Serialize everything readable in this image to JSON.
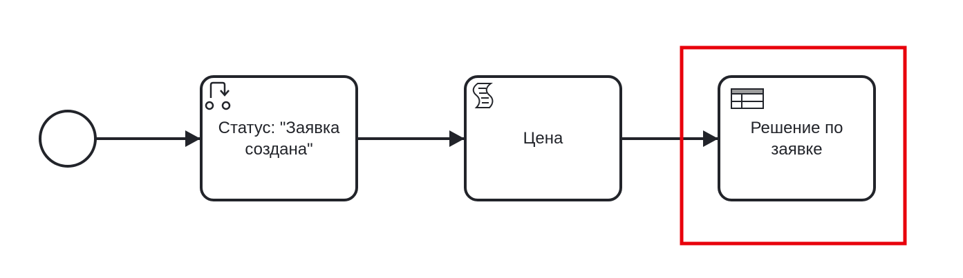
{
  "diagram": {
    "start_event": {
      "label": ""
    },
    "tasks": [
      {
        "id": "task-status",
        "type": "service-task",
        "label": "Статус: \"Заявка\nсоздана\""
      },
      {
        "id": "task-price",
        "type": "script-task",
        "label": "Цена"
      },
      {
        "id": "task-decision",
        "type": "business-rule-task",
        "label": "Решение по\nзаявке"
      }
    ],
    "flows": [
      {
        "from": "start-event",
        "to": "task-status"
      },
      {
        "from": "task-status",
        "to": "task-price"
      },
      {
        "from": "task-price",
        "to": "task-decision"
      }
    ],
    "highlight": {
      "target": "task-decision",
      "color": "#e8000b"
    },
    "colors": {
      "stroke": "#22242a",
      "fill": "#ffffff",
      "table_header": "#9e9e9e"
    }
  }
}
